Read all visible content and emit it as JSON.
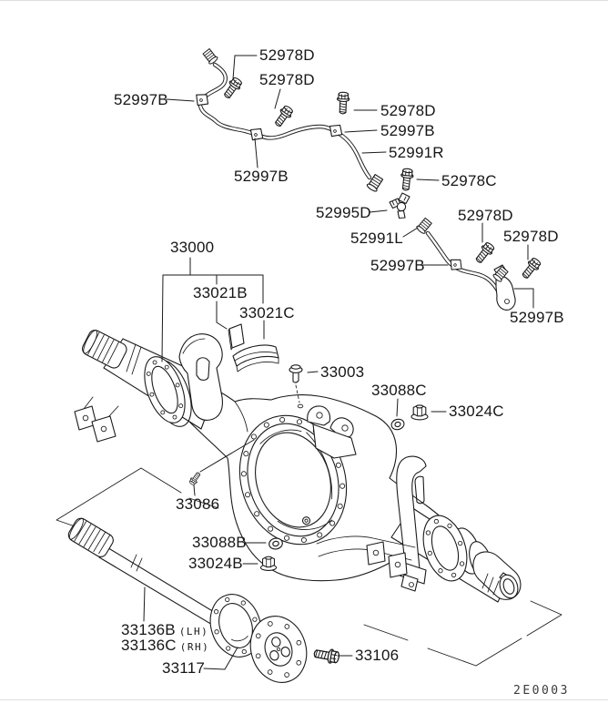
{
  "diagram": {
    "type": "exploded-parts-diagram",
    "subject": "rear-axle-housing-and-shaft",
    "drawing_code": "2E0003",
    "colors": {
      "background": "#ffffff",
      "line": "#1a1a1a",
      "text": "#161616"
    },
    "callouts": [
      {
        "part": "52978D"
      },
      {
        "part": "52978D"
      },
      {
        "part": "52997B"
      },
      {
        "part": "52978D"
      },
      {
        "part": "52997B"
      },
      {
        "part": "52991R"
      },
      {
        "part": "52997B"
      },
      {
        "part": "52978C"
      },
      {
        "part": "52995D"
      },
      {
        "part": "52978D"
      },
      {
        "part": "52978D"
      },
      {
        "part": "52991L"
      },
      {
        "part": "52997B"
      },
      {
        "part": "52997B"
      },
      {
        "part": "33000"
      },
      {
        "part": "33021B"
      },
      {
        "part": "33021C"
      },
      {
        "part": "33003"
      },
      {
        "part": "33088C"
      },
      {
        "part": "33024C"
      },
      {
        "part": "33086"
      },
      {
        "part": "33088B"
      },
      {
        "part": "33024B"
      },
      {
        "part": "33136B",
        "side": "(LH)"
      },
      {
        "part": "33136C",
        "side": "(RH)"
      },
      {
        "part": "33117"
      },
      {
        "part": "33106"
      }
    ]
  }
}
